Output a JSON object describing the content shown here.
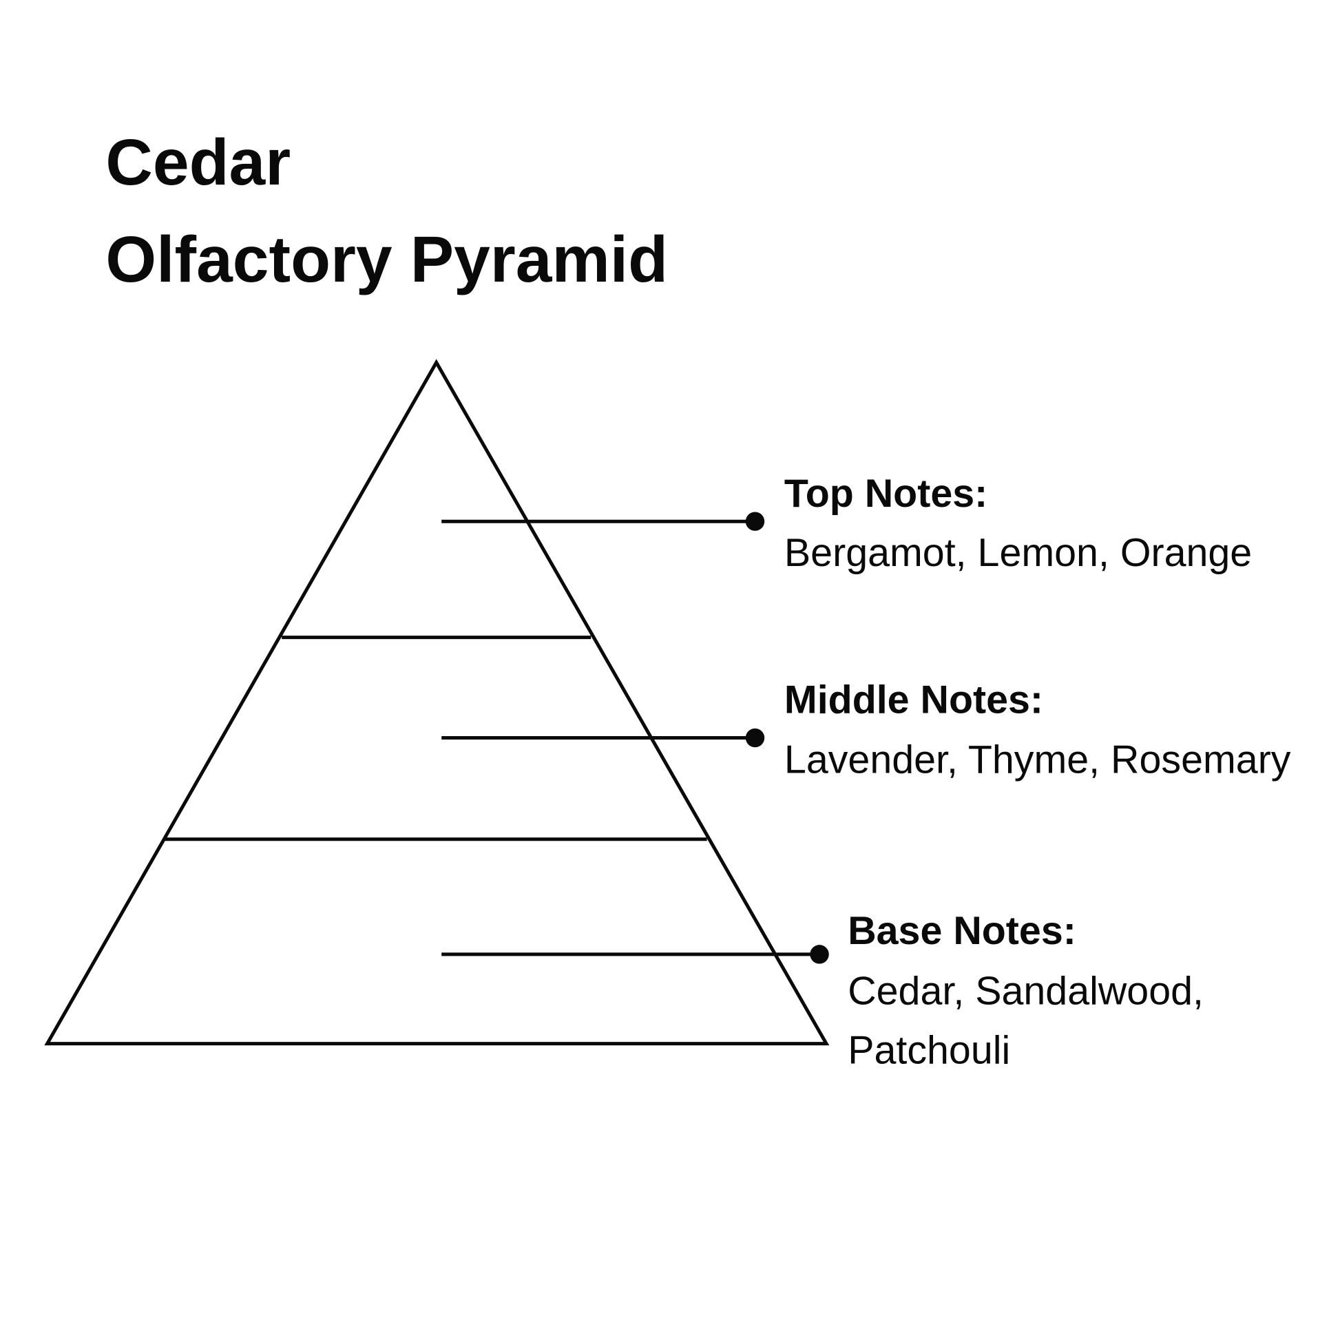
{
  "title": {
    "line1": "Cedar",
    "line2": "Olfactory Pyramid"
  },
  "tiers": [
    {
      "label": "Top Notes:",
      "notes": [
        "Bergamot, Lemon, Orange"
      ]
    },
    {
      "label": "Middle Notes:",
      "notes": [
        "Lavender, Thyme, Rosemary"
      ]
    },
    {
      "label": "Base Notes:",
      "notes": [
        "Cedar, Sandalwood,",
        "Patchouli"
      ]
    }
  ],
  "colors": {
    "ink": "#0a0a0a",
    "background": "#ffffff"
  }
}
